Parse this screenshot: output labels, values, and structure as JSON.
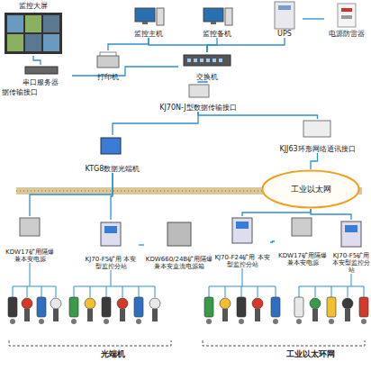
{
  "diagram": {
    "nodes": [
      {
        "text": [
          "监控大屏"
        ]
      },
      {
        "text": [
          "监控主机"
        ]
      },
      {
        "text": [
          "监控备机"
        ]
      },
      {
        "text": [
          "UPS"
        ]
      },
      {
        "text": [
          "电源防雷器"
        ]
      },
      {
        "text": [
          "打印机"
        ]
      },
      {
        "text": [
          "交换机"
        ]
      },
      {
        "text": [
          "串口服务器"
        ]
      },
      {
        "text": [
          "KJ70N-J型数据传输接口"
        ]
      },
      {
        "text": [
          "KTG8数据光端机"
        ]
      },
      {
        "text": [
          "KJJ63环形网络通讯接口"
        ]
      },
      {
        "text": [
          "工业以太网"
        ]
      },
      {
        "text": [
          "KDW17矿用隔爆 兼本安电源"
        ]
      },
      {
        "text": [
          "KJ70-F5矿用 本安型监控分站"
        ]
      },
      {
        "text": [
          "KDW660/24B矿用隔爆 兼本安直流电源箱"
        ]
      },
      {
        "text": [
          "KJ70-F24矿用 本安型监控分站"
        ]
      },
      {
        "text": [
          "KDW17矿用隔爆 兼本安电源"
        ]
      },
      {
        "text": [
          "KJ70-F5矿用 本安型监控分站"
        ]
      }
    ],
    "edges": [
      {
        "from": 1,
        "to": 6,
        "arrow": "none"
      },
      {
        "from": 2,
        "to": 6,
        "arrow": "none"
      },
      {
        "from": 3,
        "to": 6,
        "arrow": "none"
      },
      {
        "from": 4,
        "to": 3,
        "arrow": "none"
      },
      {
        "from": 1,
        "to": 5,
        "arrow": "none"
      },
      {
        "from": 0,
        "to": 7,
        "arrow": "none"
      },
      {
        "from": 7,
        "to": 6,
        "arrow": "none"
      },
      {
        "from": 6,
        "to": 8,
        "arrow": "none"
      },
      {
        "from": 8,
        "to": 9,
        "arrow": "none"
      },
      {
        "from": 8,
        "to": 10,
        "arrow": "none"
      },
      {
        "from": 10,
        "to": 11,
        "arrow": "none"
      },
      {
        "from": 9,
        "to": 12,
        "arrow": "none"
      },
      {
        "from": 9,
        "to": 13,
        "arrow": "none"
      },
      {
        "from": 13,
        "to": 14,
        "arrow": "none"
      },
      {
        "from": 11,
        "to": 15,
        "arrow": "none"
      },
      {
        "from": 11,
        "to": 17,
        "arrow": "none"
      },
      {
        "from": 15,
        "to": 16,
        "arrow": "none"
      }
    ],
    "labels": [
      "据传输接口",
      "光端机",
      "工业以太环网"
    ]
  }
}
